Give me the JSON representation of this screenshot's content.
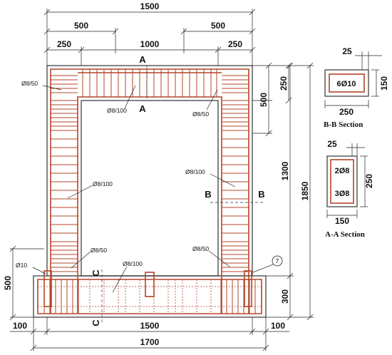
{
  "dimensions": {
    "top_overall": "1500",
    "top_left_500": "500",
    "top_right_500": "500",
    "top_left_250": "250",
    "top_mid_1000": "1000",
    "top_right_250": "250",
    "right_250": "250",
    "right_500": "500",
    "right_1300": "1300",
    "right_1850": "1850",
    "right_300": "300",
    "left_500": "500",
    "bottom_left_100": "100",
    "bottom_mid_1500": "1500",
    "bottom_right_100": "100",
    "bottom_overall": "1700"
  },
  "rebar_labels": {
    "top_left_stirrup": "Ø8/50",
    "top_mid_stirrup": "Ø8/100",
    "top_right_stirrup": "Ø8/50",
    "right_col_stirrup": "Ø8/100",
    "left_col_stirrup": "Ø8/100",
    "left_base_stirrup": "Ø8/50",
    "right_base_stirrup": "Ø8/50",
    "base_beam_stirrup": "Ø8/100",
    "anchor_bar": "Ø10",
    "marker_number": "7"
  },
  "cuts": {
    "a": "A",
    "b": "B",
    "c": "C"
  },
  "section_bb": {
    "title": "B-B Section",
    "cover": "25",
    "width": "250",
    "height": "150",
    "bars": "6Ø10"
  },
  "section_aa": {
    "title": "A-A Section",
    "cover": "25",
    "width": "150",
    "height": "250",
    "bars_top": "2Ø8",
    "bars_bottom": "3Ø8"
  }
}
